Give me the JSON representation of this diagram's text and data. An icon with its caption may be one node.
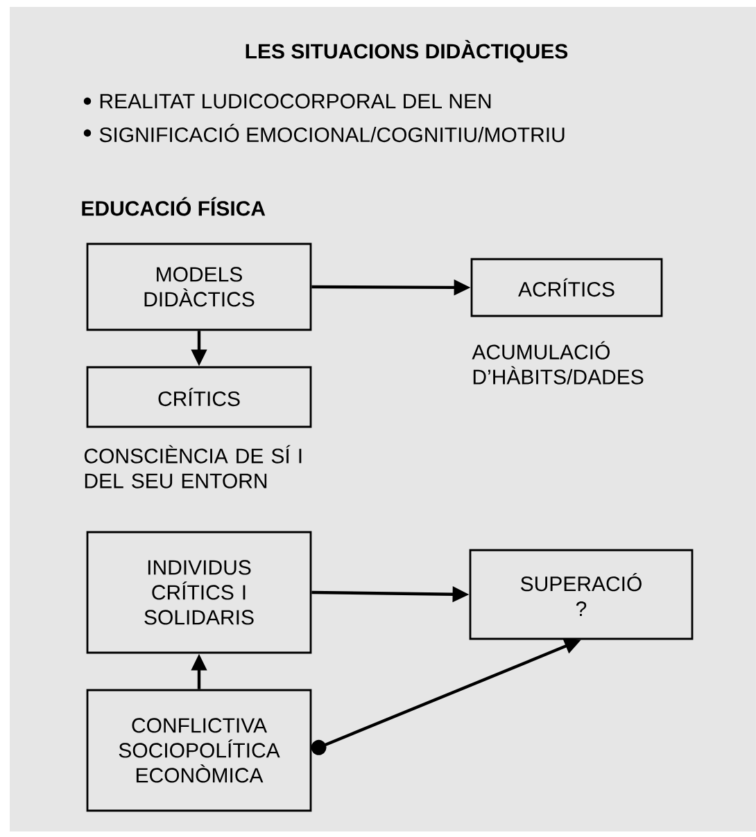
{
  "diagram": {
    "title": "LES SITUACIONS DIDÀCTIQUES",
    "nodes": [
      {
        "text": [
          "MODELS DIDÀCTICS"
        ]
      },
      {
        "text": [
          "ACRÍTICS"
        ],
        "beside": [
          "ACUMULACIÓ D’HÀBITS/DADES"
        ]
      },
      {
        "text": [
          "CRÍTICS"
        ],
        "beside": [
          "CONSCIÈNCIA DE SÍ I DEL SEU ENTORN"
        ]
      },
      {
        "text": [
          "INDIVIDUS CRÍTICS I SOLIDARIS"
        ]
      },
      {
        "text": [
          "SUPERACIÓ",
          "?"
        ]
      },
      {
        "text": [
          "CONFLICTIVA SOCIOPOLÍTICA ECONÒMICA"
        ]
      }
    ],
    "edges": [
      {
        "from": 0,
        "to": 1,
        "arrow": "to"
      },
      {
        "from": 0,
        "to": 2,
        "arrow": "to"
      },
      {
        "from": 5,
        "to": 3,
        "arrow": "to"
      },
      {
        "from": 3,
        "to": 4,
        "arrow": "to"
      },
      {
        "from": 5,
        "to": 4,
        "arrow": "to"
      }
    ],
    "labels": [
      "REALITAT LUDICOCORPORAL DEL NEN",
      "SIGNIFICACIÓ EMOCIONAL/COGNITIU/MOTRIU",
      "EDUCACIÓ FÍSICA"
    ]
  }
}
